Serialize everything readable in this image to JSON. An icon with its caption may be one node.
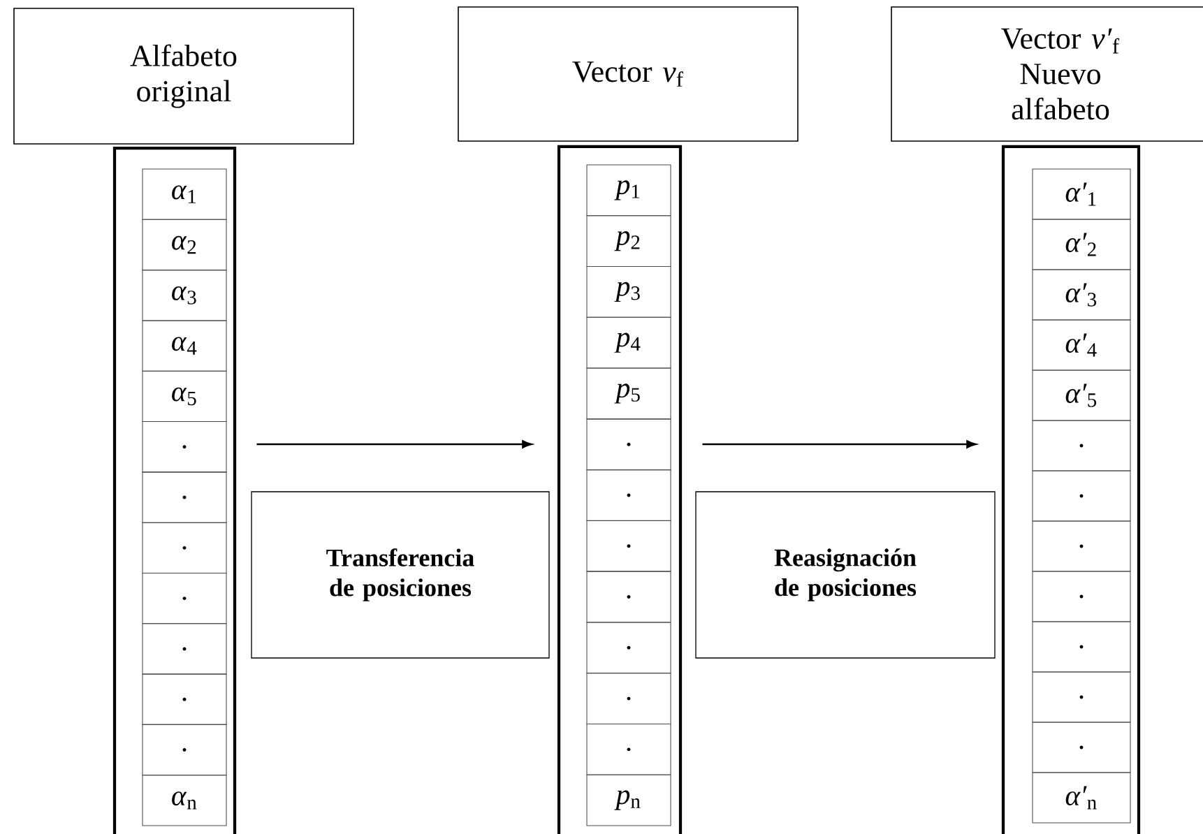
{
  "diagram": {
    "nodes": [
      {
        "text": [
          "Alfabeto original"
        ]
      },
      {
        "text": [
          "Vector *v*$_{f}$"
        ]
      },
      {
        "text": [
          "Vector *v′*$_{f}$",
          "Nuevo alfabeto"
        ]
      },
      {
        "text": [],
        "shape": "box"
      },
      {
        "text": [
          "*α*$_{1}$"
        ],
        "in": 3
      },
      {
        "text": [
          "*α*$_{2}$"
        ],
        "in": 3
      },
      {
        "text": [
          "*α*$_{3}$"
        ],
        "in": 3
      },
      {
        "text": [
          "*α*$_{4}$"
        ],
        "in": 3
      },
      {
        "text": [
          "*α*$_{5}$"
        ],
        "in": 3
      },
      {
        "text": [
          "."
        ],
        "in": 3
      },
      {
        "text": [
          "."
        ],
        "in": 3
      },
      {
        "text": [
          "."
        ],
        "in": 3
      },
      {
        "text": [
          "."
        ],
        "in": 3
      },
      {
        "text": [
          "."
        ],
        "in": 3
      },
      {
        "text": [
          "."
        ],
        "in": 3
      },
      {
        "text": [
          "."
        ],
        "in": 3
      },
      {
        "text": [
          "*α*$_{n}$"
        ],
        "in": 3
      },
      {
        "text": [],
        "shape": "box"
      },
      {
        "text": [
          "*p*$_{1}$"
        ],
        "in": 17
      },
      {
        "text": [
          "*p*$_{2}$"
        ],
        "in": 17
      },
      {
        "text": [
          "*p*$_{3}$"
        ],
        "in": 17
      },
      {
        "text": [
          "*p*$_{4}$"
        ],
        "in": 17
      },
      {
        "text": [
          "*p*$_{5}$"
        ],
        "in": 17
      },
      {
        "text": [
          "."
        ],
        "in": 17
      },
      {
        "text": [
          "."
        ],
        "in": 17
      },
      {
        "text": [
          "."
        ],
        "in": 17
      },
      {
        "text": [
          "."
        ],
        "in": 17
      },
      {
        "text": [
          "."
        ],
        "in": 17
      },
      {
        "text": [
          "."
        ],
        "in": 17
      },
      {
        "text": [
          "."
        ],
        "in": 17
      },
      {
        "text": [
          "*p*$_{n}$"
        ],
        "in": 17
      },
      {
        "text": [],
        "shape": "box"
      },
      {
        "text": [
          "*α′*$_{1}$"
        ],
        "in": 31
      },
      {
        "text": [
          "*α′*$_{2}$"
        ],
        "in": 31
      },
      {
        "text": [
          "*α′*$_{3}$"
        ],
        "in": 31
      },
      {
        "text": [
          "*α′*$_{4}$"
        ],
        "in": 31
      },
      {
        "text": [
          "*α′*$_{5}$"
        ],
        "in": 31
      },
      {
        "text": [
          "."
        ],
        "in": 31
      },
      {
        "text": [
          "."
        ],
        "in": 31
      },
      {
        "text": [
          "."
        ],
        "in": 31
      },
      {
        "text": [
          "."
        ],
        "in": 31
      },
      {
        "text": [
          "."
        ],
        "in": 31
      },
      {
        "text": [
          "."
        ],
        "in": 31
      },
      {
        "text": [
          "."
        ],
        "in": 31
      },
      {
        "text": [
          "*α′*$_{n}$"
        ],
        "in": 31
      },
      {
        "text": [
          "**Transferencia de posiciones**"
        ]
      },
      {
        "text": [
          "**Reasignación de posiciones**"
        ]
      }
    ],
    "edges": [
      {
        "from": 3,
        "to": 17,
        "arrow": "to"
      },
      {
        "from": 17,
        "to": 31,
        "arrow": "to"
      }
    ]
  }
}
